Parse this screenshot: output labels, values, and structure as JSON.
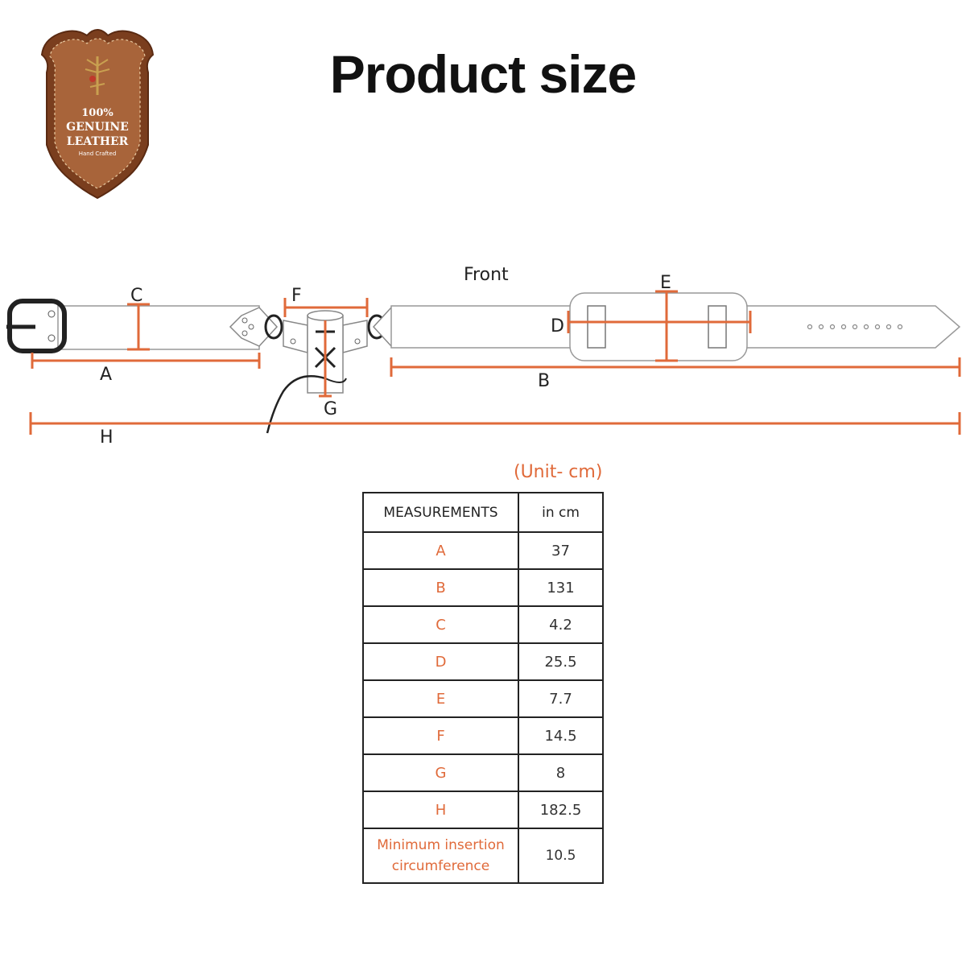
{
  "badge": {
    "line1": "100%",
    "line2": "GENUINE",
    "line3": "LEATHER",
    "line4": "Hand Crafted"
  },
  "title": "Product size",
  "diagram": {
    "view_label": "Front",
    "dims": {
      "A": "A",
      "B": "B",
      "C": "C",
      "D": "D",
      "E": "E",
      "F": "F",
      "G": "G",
      "H": "H"
    },
    "line_color": "#e06a3a"
  },
  "unit_note": "(Unit- cm)",
  "table": {
    "header": [
      "MEASUREMENTS",
      "in cm"
    ],
    "rows": [
      {
        "label": "A",
        "value": "37"
      },
      {
        "label": "B",
        "value": "131"
      },
      {
        "label": "C",
        "value": "4.2"
      },
      {
        "label": "D",
        "value": "25.5"
      },
      {
        "label": "E",
        "value": "7.7"
      },
      {
        "label": "F",
        "value": "14.5"
      },
      {
        "label": "G",
        "value": "8"
      },
      {
        "label": "H",
        "value": "182.5"
      }
    ],
    "last_row": {
      "label_line1": "Minimum insertion",
      "label_line2": "circumference",
      "value": "10.5"
    }
  },
  "colors": {
    "accent": "#e06a3a",
    "badge_brown": "#7a3e1e",
    "badge_light": "#a8643a"
  }
}
